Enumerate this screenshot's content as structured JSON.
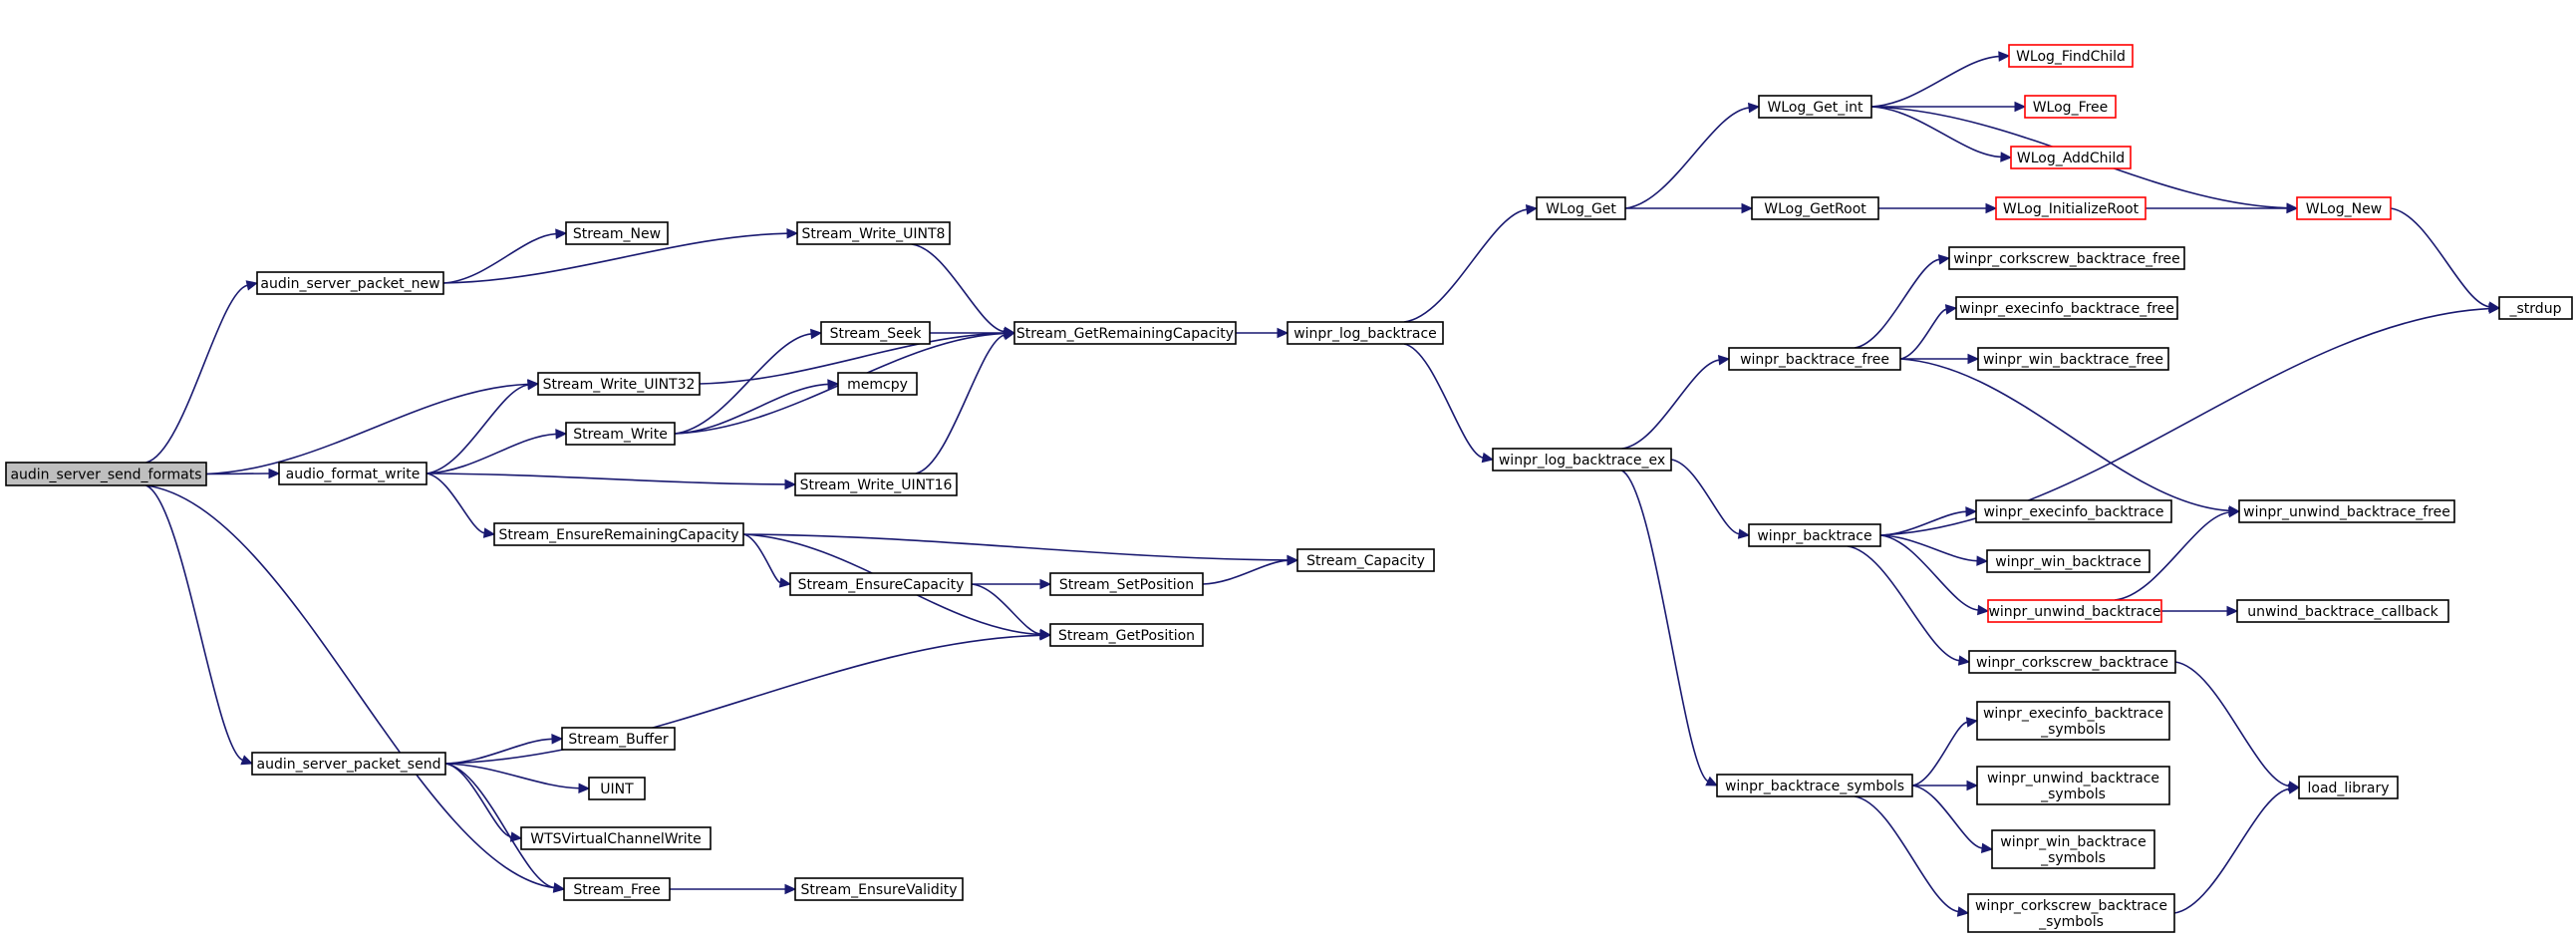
{
  "nodes": {
    "root": {
      "label": [
        "audin_server_send_formats"
      ],
      "kind": "root"
    },
    "packet_new": {
      "label": [
        "audin_server_packet_new"
      ],
      "kind": "normal"
    },
    "stream_new": {
      "label": [
        "Stream_New"
      ],
      "kind": "normal"
    },
    "write_uint8": {
      "label": [
        "Stream_Write_UINT8"
      ],
      "kind": "normal"
    },
    "get_remaining": {
      "label": [
        "Stream_GetRemainingCapacity"
      ],
      "kind": "normal"
    },
    "log_backtrace": {
      "label": [
        "winpr_log_backtrace"
      ],
      "kind": "normal"
    },
    "write_uint32": {
      "label": [
        "Stream_Write_UINT32"
      ],
      "kind": "normal"
    },
    "stream_seek": {
      "label": [
        "Stream_Seek"
      ],
      "kind": "normal"
    },
    "memcpy": {
      "label": [
        "memcpy"
      ],
      "kind": "normal"
    },
    "format_write": {
      "label": [
        "audio_format_write"
      ],
      "kind": "normal"
    },
    "stream_write": {
      "label": [
        "Stream_Write"
      ],
      "kind": "normal"
    },
    "write_uint16": {
      "label": [
        "Stream_Write_UINT16"
      ],
      "kind": "normal"
    },
    "ensure_remaining": {
      "label": [
        "Stream_EnsureRemainingCapacity"
      ],
      "kind": "normal"
    },
    "ensure_capacity": {
      "label": [
        "Stream_EnsureCapacity"
      ],
      "kind": "normal"
    },
    "set_position": {
      "label": [
        "Stream_SetPosition"
      ],
      "kind": "normal"
    },
    "stream_capacity": {
      "label": [
        "Stream_Capacity"
      ],
      "kind": "normal"
    },
    "get_position": {
      "label": [
        "Stream_GetPosition"
      ],
      "kind": "normal"
    },
    "packet_send": {
      "label": [
        "audin_server_packet_send"
      ],
      "kind": "normal"
    },
    "stream_buffer": {
      "label": [
        "Stream_Buffer"
      ],
      "kind": "normal"
    },
    "uint": {
      "label": [
        "UINT"
      ],
      "kind": "normal"
    },
    "wts_write": {
      "label": [
        "WTSVirtualChannelWrite"
      ],
      "kind": "normal"
    },
    "stream_free": {
      "label": [
        "Stream_Free"
      ],
      "kind": "normal"
    },
    "ensure_validity": {
      "label": [
        "Stream_EnsureValidity"
      ],
      "kind": "normal"
    },
    "wlog_get": {
      "label": [
        "WLog_Get"
      ],
      "kind": "normal"
    },
    "log_backtrace_ex": {
      "label": [
        "winpr_log_backtrace_ex"
      ],
      "kind": "normal"
    },
    "wlog_get_int": {
      "label": [
        "WLog_Get_int"
      ],
      "kind": "normal"
    },
    "wlog_getroot": {
      "label": [
        "WLog_GetRoot"
      ],
      "kind": "normal"
    },
    "wlog_findchild": {
      "label": [
        "WLog_FindChild"
      ],
      "kind": "red"
    },
    "wlog_free": {
      "label": [
        "WLog_Free"
      ],
      "kind": "red"
    },
    "wlog_addchild": {
      "label": [
        "WLog_AddChild"
      ],
      "kind": "red"
    },
    "wlog_initroot": {
      "label": [
        "WLog_InitializeRoot"
      ],
      "kind": "red"
    },
    "wlog_new": {
      "label": [
        "WLog_New"
      ],
      "kind": "red"
    },
    "strdup": {
      "label": [
        "_strdup"
      ],
      "kind": "normal"
    },
    "backtrace_free": {
      "label": [
        "winpr_backtrace_free"
      ],
      "kind": "normal"
    },
    "corkscrew_bt_free": {
      "label": [
        "winpr_corkscrew_backtrace_free"
      ],
      "kind": "normal"
    },
    "execinfo_bt_free": {
      "label": [
        "winpr_execinfo_backtrace_free"
      ],
      "kind": "normal"
    },
    "win_bt_free": {
      "label": [
        "winpr_win_backtrace_free"
      ],
      "kind": "normal"
    },
    "unwind_bt_free": {
      "label": [
        "winpr_unwind_backtrace_free"
      ],
      "kind": "normal"
    },
    "backtrace": {
      "label": [
        "winpr_backtrace"
      ],
      "kind": "normal"
    },
    "execinfo_bt": {
      "label": [
        "winpr_execinfo_backtrace"
      ],
      "kind": "normal"
    },
    "win_bt": {
      "label": [
        "winpr_win_backtrace"
      ],
      "kind": "normal"
    },
    "unwind_bt": {
      "label": [
        "winpr_unwind_backtrace"
      ],
      "kind": "red"
    },
    "unwind_cb": {
      "label": [
        "unwind_backtrace_callback"
      ],
      "kind": "normal"
    },
    "corkscrew_bt": {
      "label": [
        "winpr_corkscrew_backtrace"
      ],
      "kind": "normal"
    },
    "bt_symbols": {
      "label": [
        "winpr_backtrace_symbols"
      ],
      "kind": "normal"
    },
    "execinfo_sym": {
      "label": [
        "winpr_execinfo_backtrace",
        "_symbols"
      ],
      "kind": "normal"
    },
    "unwind_sym": {
      "label": [
        "winpr_unwind_backtrace",
        "_symbols"
      ],
      "kind": "normal"
    },
    "win_sym": {
      "label": [
        "winpr_win_backtrace",
        "_symbols"
      ],
      "kind": "normal"
    },
    "corkscrew_sym": {
      "label": [
        "winpr_corkscrew_backtrace",
        "_symbols"
      ],
      "kind": "normal"
    },
    "load_library": {
      "label": [
        "load_library"
      ],
      "kind": "normal"
    }
  },
  "edges": [
    [
      "root",
      "packet_new"
    ],
    [
      "root",
      "write_uint32"
    ],
    [
      "root",
      "format_write"
    ],
    [
      "root",
      "packet_send"
    ],
    [
      "root",
      "stream_free"
    ],
    [
      "packet_new",
      "stream_new"
    ],
    [
      "packet_new",
      "write_uint8"
    ],
    [
      "write_uint8",
      "get_remaining"
    ],
    [
      "write_uint32",
      "get_remaining"
    ],
    [
      "stream_write",
      "get_remaining"
    ],
    [
      "write_uint16",
      "get_remaining"
    ],
    [
      "format_write",
      "write_uint32"
    ],
    [
      "format_write",
      "stream_write"
    ],
    [
      "format_write",
      "write_uint16"
    ],
    [
      "format_write",
      "ensure_remaining"
    ],
    [
      "stream_write",
      "stream_seek"
    ],
    [
      "stream_write",
      "memcpy"
    ],
    [
      "stream_seek",
      "get_remaining"
    ],
    [
      "get_remaining",
      "log_backtrace"
    ],
    [
      "ensure_remaining",
      "stream_capacity"
    ],
    [
      "ensure_remaining",
      "ensure_capacity"
    ],
    [
      "ensure_remaining",
      "get_position"
    ],
    [
      "ensure_capacity",
      "set_position"
    ],
    [
      "ensure_capacity",
      "get_position"
    ],
    [
      "set_position",
      "stream_capacity"
    ],
    [
      "packet_send",
      "get_position"
    ],
    [
      "packet_send",
      "stream_buffer"
    ],
    [
      "packet_send",
      "uint"
    ],
    [
      "packet_send",
      "wts_write"
    ],
    [
      "packet_send",
      "stream_free"
    ],
    [
      "stream_free",
      "ensure_validity"
    ],
    [
      "log_backtrace",
      "wlog_get"
    ],
    [
      "log_backtrace",
      "log_backtrace_ex"
    ],
    [
      "wlog_get",
      "wlog_get_int"
    ],
    [
      "wlog_get",
      "wlog_getroot"
    ],
    [
      "wlog_get_int",
      "wlog_new"
    ],
    [
      "wlog_get_int",
      "wlog_findchild"
    ],
    [
      "wlog_get_int",
      "wlog_free"
    ],
    [
      "wlog_get_int",
      "wlog_addchild"
    ],
    [
      "wlog_getroot",
      "wlog_initroot"
    ],
    [
      "wlog_initroot",
      "wlog_new"
    ],
    [
      "wlog_new",
      "strdup"
    ],
    [
      "log_backtrace_ex",
      "backtrace_free"
    ],
    [
      "log_backtrace_ex",
      "backtrace"
    ],
    [
      "log_backtrace_ex",
      "bt_symbols"
    ],
    [
      "backtrace_free",
      "corkscrew_bt_free"
    ],
    [
      "backtrace_free",
      "execinfo_bt_free"
    ],
    [
      "backtrace_free",
      "win_bt_free"
    ],
    [
      "backtrace_free",
      "unwind_bt_free"
    ],
    [
      "backtrace",
      "strdup"
    ],
    [
      "backtrace",
      "execinfo_bt"
    ],
    [
      "backtrace",
      "win_bt"
    ],
    [
      "backtrace",
      "unwind_bt"
    ],
    [
      "backtrace",
      "corkscrew_bt"
    ],
    [
      "unwind_bt",
      "unwind_bt_free"
    ],
    [
      "unwind_bt",
      "unwind_cb"
    ],
    [
      "corkscrew_bt",
      "load_library"
    ],
    [
      "bt_symbols",
      "execinfo_sym"
    ],
    [
      "bt_symbols",
      "unwind_sym"
    ],
    [
      "bt_symbols",
      "win_sym"
    ],
    [
      "bt_symbols",
      "corkscrew_sym"
    ],
    [
      "corkscrew_sym",
      "load_library"
    ]
  ]
}
